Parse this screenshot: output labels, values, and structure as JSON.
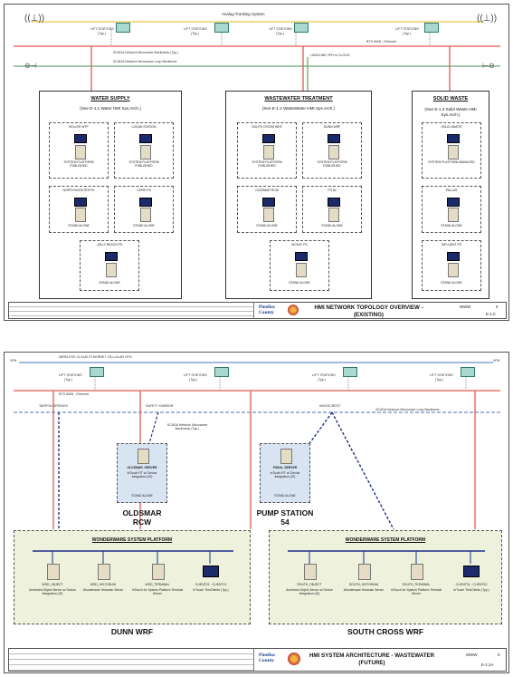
{
  "top": {
    "analog_label": "Analog Trunking System",
    "lift_stations_label": "LIFT STATIONS",
    "typ_label": "(Typ.)",
    "bts_wan_label": "BTS WAN - Ethernet",
    "microwave_backhaul_label": "SCADA Network Microwave Backhauls (Typ.)",
    "microwave_loop_label": "SCADA Network Microwave Loop Backbone",
    "landline_label": "LANDLINE VPN to CLOUD",
    "water": {
      "title": "WATER SUPPLY",
      "ref": "(See E-1.1 Water HMI Sys.Arch.)",
      "nodes": [
        {
          "name": "KELLER WTP",
          "desc": "SYSTEM PLATFORM PUBLISHED"
        },
        {
          "name": "LOGAN STATION",
          "desc": "SYSTEM PLATFORM PUBLISHED"
        },
        {
          "name": "NORTH BOOSTER PS",
          "desc": "STAND ALONE"
        },
        {
          "name": "CAPRI PS",
          "desc": "STAND ALONE"
        },
        {
          "name": "JOLLY BEACH PS",
          "desc": "STAND ALONE"
        }
      ]
    },
    "wastewater": {
      "title": "WASTEWATER TREATMENT",
      "ref": "(See E-1.2 WasteWater HMI Sys.Arch.)",
      "nodes": [
        {
          "name": "SOUTH CROSS WRF",
          "desc": "SYSTEM PLATFORM PUBLISHED"
        },
        {
          "name": "DUNN WRF",
          "desc": "SYSTEM PLATFORM PUBLISHED"
        },
        {
          "name": "OLDSMAR RCW",
          "desc": "STAND ALONE"
        },
        {
          "name": "PS 84",
          "desc": "STAND ALONE"
        },
        {
          "name": "MCKAY PS",
          "desc": "STAND ALONE"
        }
      ]
    },
    "solid": {
      "title": "SOLID WASTE",
      "ref": "(See E-1.3 Solid Waste HMI Sys.Arch.)",
      "nodes": [
        {
          "name": "SOLID WASTE",
          "desc": "SYSTEM PLATFORM MANAGED"
        },
        {
          "name": "PALLAS",
          "desc": "STAND ALONE"
        },
        {
          "name": "INFLUENT PS",
          "desc": "STAND ALONE"
        }
      ]
    },
    "title_block": {
      "title": "HMI NETWORK TOPOLOGY OVERVIEW - (EXISTING)",
      "logo": "Pinellas County",
      "project": "WWW",
      "rev": "0",
      "sheet": "E-1.0"
    }
  },
  "bottom": {
    "vpn_label": "VPN",
    "cloud_label": "WIRELESS CLOUD ETHERNET CELLULAR VPN",
    "lift_stations_label": "LIFT STATIONS",
    "typ_label": "(Typ.)",
    "bts_wan_label": "BTS WAN - Ethernet",
    "tarpon_label": "TARPON SPRINGS",
    "safety_harbor_label": "SAFETY HARBOR",
    "kingscrest_label": "KINGSCREST",
    "loop_label": "SCADA Network Microwave Loop Backbone",
    "microwave_backhauls_label": "SCADA Network Microwave Backhauls (Typ.)",
    "oldsmar_server": {
      "name": "OLDSMAR_SERVER",
      "desc": "InTouch RT w/ Device Integration (IO)",
      "mode": "STAND ALONE",
      "site": "OLDSMAR RCW"
    },
    "pump_server": {
      "name": "PS84A_SERVER",
      "desc": "InTouch RT w/ Device Integration (IO)",
      "mode": "STAND ALONE",
      "site": "PUMP STATION 54"
    },
    "dunn": {
      "platform": "WONDERWARE SYSTEM PLATFORM",
      "site": "DUNN WRF",
      "servers": [
        {
          "name": "WSD_OBJECT",
          "desc": "Archestra Object Server w/ Device Integration (IO)"
        },
        {
          "name": "WSD_HISTORIAN",
          "desc": "Wonderware Historian Server"
        },
        {
          "name": "WSD_TERMINAL",
          "desc": "InTouch for System Platform Terminal Server"
        },
        {
          "name": "CLIENT01 - CLIENT12",
          "desc": "InTouch ThinClients (Typ.)"
        }
      ]
    },
    "southcross": {
      "platform": "WONDERWARE SYSTEM PLATFORM",
      "site": "SOUTH CROSS WRF",
      "servers": [
        {
          "name": "SOUTH_OBJECT",
          "desc": "Archestra Object Server w/ Device Integration (IO)"
        },
        {
          "name": "SOUTH_HISTORIAN",
          "desc": "Wonderware Historian Server"
        },
        {
          "name": "SOUTH_TERMINAL",
          "desc": "InTouch for System Platform Terminal Server"
        },
        {
          "name": "CLIENT01 - CLIENT02",
          "desc": "InTouch ThinClients (Typ.)"
        }
      ]
    },
    "title_block": {
      "title": "HMI SYSTEM ARCHITECTURE - WASTEWATER (FUTURE)",
      "logo": "Pinellas County",
      "project": "WWW",
      "rev": "0",
      "sheet": "E-1.2A"
    }
  },
  "colors": {
    "analog": "#e8c84a",
    "bts": "#e05a4f",
    "scada": "#72a872",
    "cloud": "#6a8fc4",
    "platform": "#eef2dc",
    "server": "#d9e4f2"
  }
}
